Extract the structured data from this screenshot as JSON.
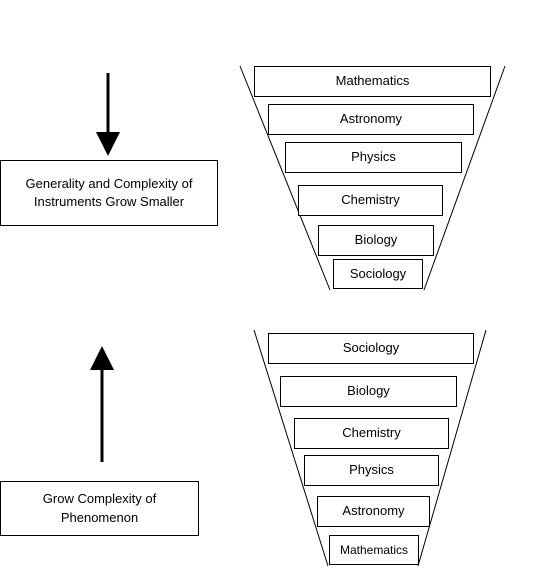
{
  "top": {
    "caption": [
      "Generality and Complexity of",
      "Instruments Grow Smaller"
    ],
    "arrow_direction": "down",
    "levels": [
      "Mathematics",
      "Astronomy",
      "Physics",
      "Chemistry",
      "Biology",
      "Sociology"
    ]
  },
  "bottom": {
    "caption": [
      "Grow Complexity of",
      "Phenomenon"
    ],
    "arrow_direction": "up",
    "levels": [
      "Sociology",
      "Biology",
      "Chemistry",
      "Physics",
      "Astronomy",
      "Mathematics"
    ]
  }
}
